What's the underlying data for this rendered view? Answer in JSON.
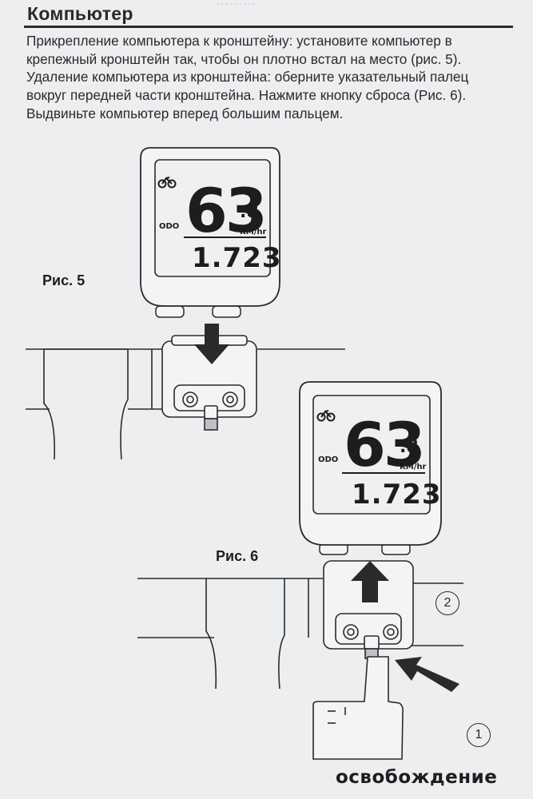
{
  "section": {
    "title": "Компьютер",
    "lines": [
      "Прикрепление компьютера к кронштейну: установите компьютер в",
      " крепежный кронштейн так, чтобы он плотно встал на место (рис. 5).",
      "Удаление компьютера из кронштейна: оберните указательный палец",
      "вокруг передней части кронштейна. Нажмите кнопку сброса (Рис. 6).",
      "Выдвиньте компьютер вперед большим пальцем."
    ]
  },
  "figures": {
    "fig5": {
      "label": "Рис. 5",
      "display": {
        "speed_int": "63",
        "speed_dec": ".8",
        "unit": "KM/hr",
        "mode": "ODO",
        "odometer": "1.723"
      }
    },
    "fig6": {
      "label": "Рис. 6",
      "display": {
        "speed_int": "63",
        "speed_dec": ".8",
        "unit": "KM/hr",
        "mode": "ODO",
        "odometer": "1.723"
      },
      "step_1": "1",
      "step_2": "2",
      "caption": "освобождение"
    }
  }
}
